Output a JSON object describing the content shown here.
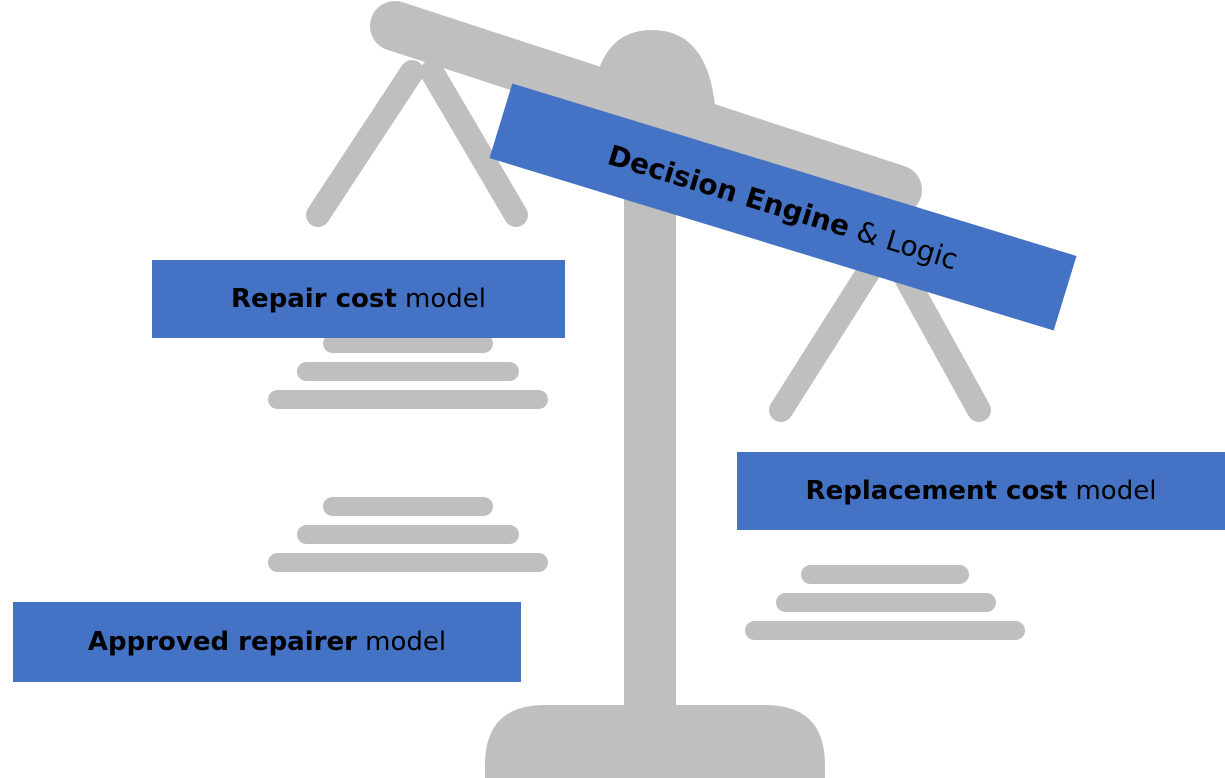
{
  "colors": {
    "box_fill": "#4472c4",
    "scale_gray": "#bfbfbf",
    "text": "#000000"
  },
  "engine_box": {
    "bold": "Decision Engine",
    "rest": " & Logic"
  },
  "repair_box": {
    "bold": "Repair cost",
    "rest": " model"
  },
  "replacement_box": {
    "bold": "Replacement cost",
    "rest": " model"
  },
  "approved_box": {
    "bold": "Approved repairer",
    "rest": " model"
  }
}
